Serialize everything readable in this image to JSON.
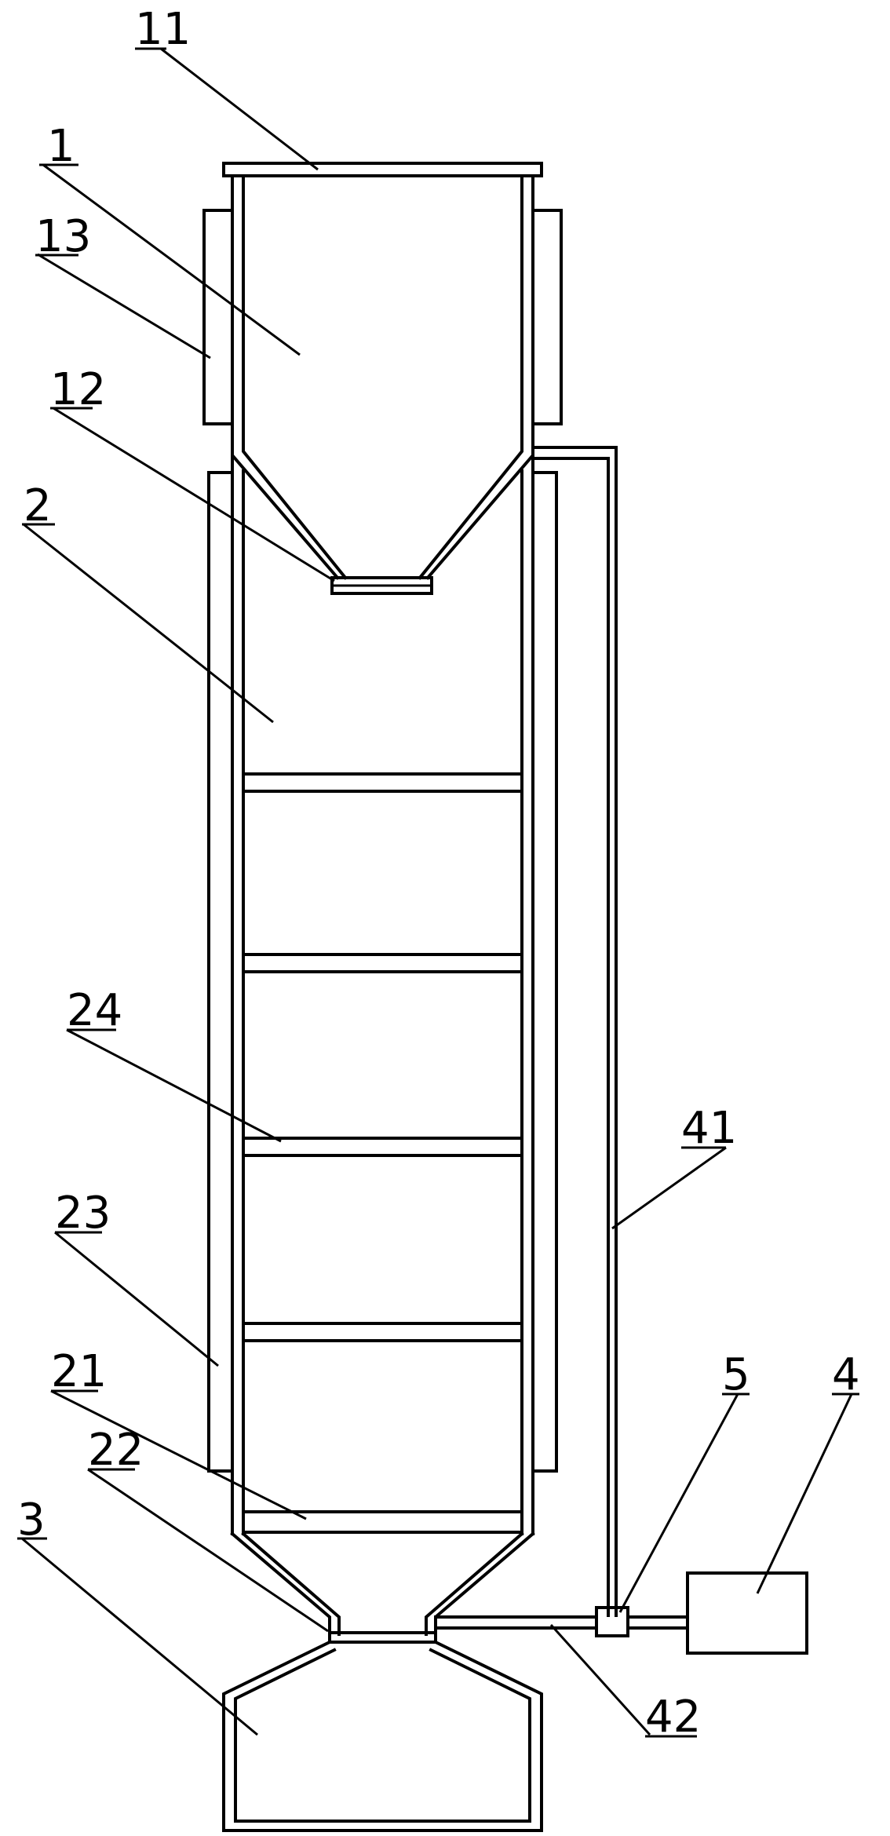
{
  "labels": {
    "l11": "11",
    "l1": "1",
    "l13": "13",
    "l12": "12",
    "l2": "2",
    "l24": "24",
    "l41": "41",
    "l23": "23",
    "l21": "21",
    "l5": "5",
    "l4": "4",
    "l22": "22",
    "l3": "3",
    "l42": "42"
  },
  "colors": {
    "line": "#000000",
    "background": "#ffffff"
  }
}
